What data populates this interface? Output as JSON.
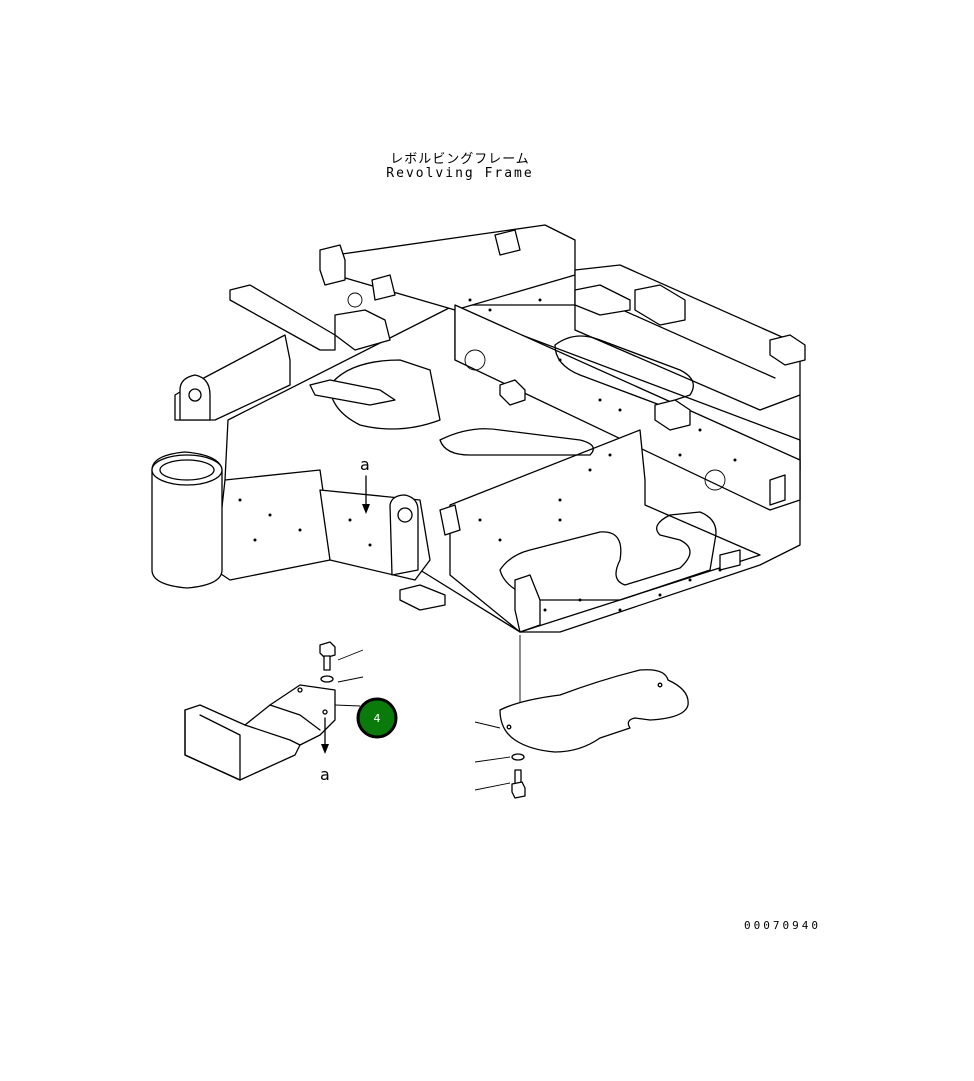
{
  "title": {
    "japanese": "レボルビングフレーム",
    "english": "Revolving Frame"
  },
  "drawing_number": "00070940",
  "callouts": [
    {
      "label": "4",
      "color": "#0a7a0a",
      "part": "cover-plate"
    }
  ],
  "reference_marks": [
    {
      "label": "a",
      "location": "frame"
    },
    {
      "label": "a",
      "location": "cover-plate"
    }
  ]
}
